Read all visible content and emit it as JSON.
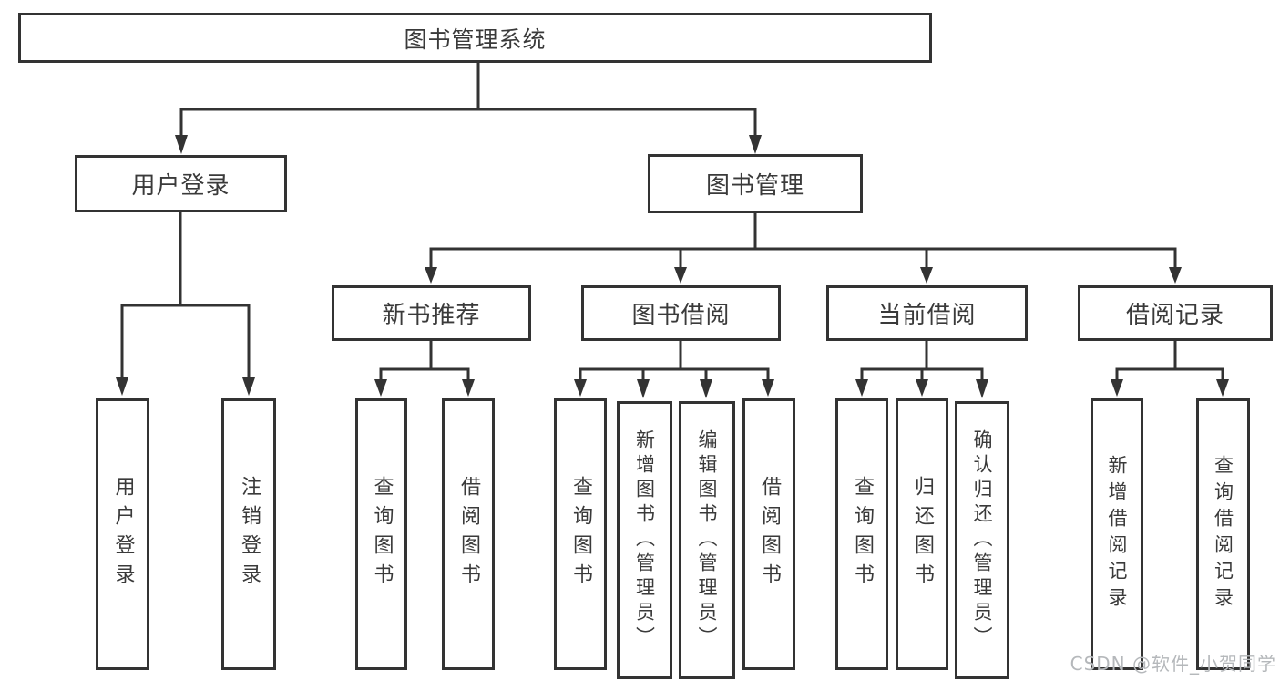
{
  "diagram": {
    "root": {
      "label": "图书管理系统",
      "children": [
        {
          "label": "用户登录",
          "children": [
            {
              "label": "用户登录"
            },
            {
              "label": "注销登录"
            }
          ]
        },
        {
          "label": "图书管理",
          "children": [
            {
              "label": "新书推荐",
              "children": [
                {
                  "label": "查询图书"
                },
                {
                  "label": "借阅图书"
                }
              ]
            },
            {
              "label": "图书借阅",
              "children": [
                {
                  "label": "查询图书"
                },
                {
                  "label": "新增图书（管理员）"
                },
                {
                  "label": "编辑图书（管理员）"
                },
                {
                  "label": "借阅图书"
                }
              ]
            },
            {
              "label": "当前借阅",
              "children": [
                {
                  "label": "查询图书"
                },
                {
                  "label": "归还图书"
                },
                {
                  "label": "确认归还（管理员）"
                }
              ]
            },
            {
              "label": "借阅记录",
              "children": [
                {
                  "label": "新增借阅记录"
                },
                {
                  "label": "查询借阅记录"
                }
              ]
            }
          ]
        }
      ]
    }
  },
  "watermark": {
    "text": "CSDN @软件_小贺同学"
  },
  "colors": {
    "line": "#333333",
    "box_border": "#333333",
    "text": "#3a3a3a",
    "watermark": "#b5b8bb",
    "background": "#ffffff"
  }
}
